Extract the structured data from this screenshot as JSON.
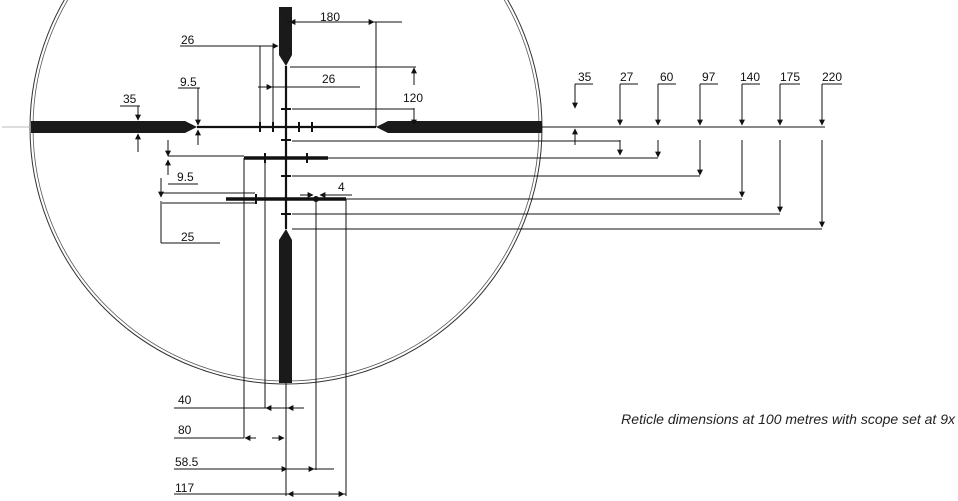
{
  "diagram": {
    "caption": "Reticle dimensions at 100 metres with scope set at 9x",
    "labels": {
      "top_bar_gap": "180",
      "top_post_width": "26",
      "hash_spacing": "26",
      "upper_height": "120",
      "side_post_width": "35",
      "side_taper": "9.5",
      "lower_taper": "9.5",
      "lower_spacing": "25",
      "right_35": "35",
      "right_27": "27",
      "right_60": "60",
      "right_97": "97",
      "right_140": "140",
      "right_175": "175",
      "right_220": "220",
      "dot_size": "4",
      "bottom_40": "40",
      "bottom_80": "80",
      "bottom_58_5": "58.5",
      "bottom_117": "117"
    }
  }
}
